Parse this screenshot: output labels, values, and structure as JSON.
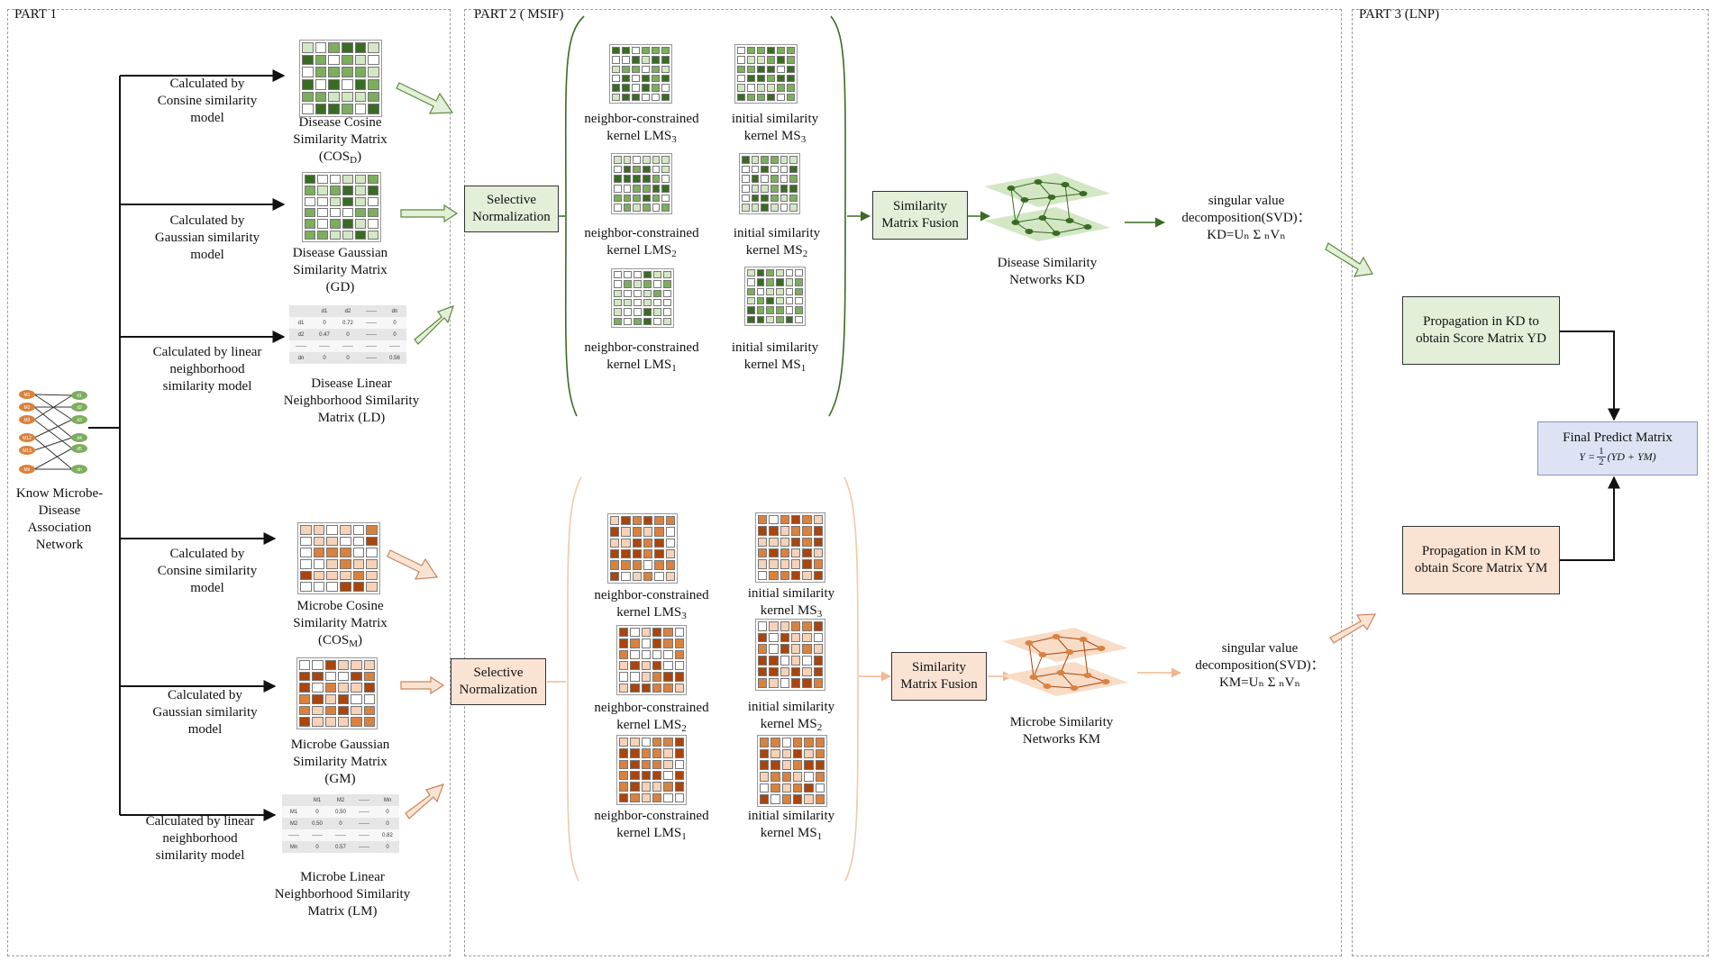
{
  "parts": {
    "part1": "PART 1",
    "part2": "PART 2 ( MSIF)",
    "part3": "PART 3 (LNP)"
  },
  "network": {
    "label_lines": [
      "Know Microbe-",
      "Disease",
      "Association",
      "Network"
    ],
    "microbe_nodes": [
      "M1",
      "M2",
      "M3",
      "M12",
      "M13",
      "Mn"
    ],
    "disease_nodes": [
      "d1",
      "d2",
      "d3",
      "d4",
      "d5",
      "dn"
    ]
  },
  "part1": {
    "disease_methods": [
      [
        "Calculated by",
        "Consine similarity",
        "model"
      ],
      [
        "Calculated by",
        "Gaussian  similarity",
        "model"
      ],
      [
        "Calculated by linear",
        "neighborhood",
        "similarity model"
      ]
    ],
    "microbe_methods": [
      [
        "Calculated by",
        "Consine similarity",
        "model"
      ],
      [
        "Calculated by",
        "Gaussian  similarity",
        "model"
      ],
      [
        "Calculated by linear",
        "neighborhood",
        "similarity model"
      ]
    ],
    "disease_matrices": [
      {
        "l1": "Disease Cosine",
        "l2": "Similarity Matrix",
        "l3": "(COS",
        "sub": "D",
        "l3b": ")"
      },
      {
        "l1": "Disease Gaussian",
        "l2": "Similarity Matrix",
        "l3": "(GD)"
      },
      {
        "l1": "Disease Linear",
        "l2": "Neighborhood Similarity",
        "l3": "Matrix (LD)"
      }
    ],
    "microbe_matrices": [
      {
        "l1": "Microbe Cosine",
        "l2": "Similarity Matrix",
        "l3": "(COS",
        "sub": "M",
        "l3b": ")"
      },
      {
        "l1": "Microbe Gaussian",
        "l2": "Similarity Matrix",
        "l3": "(GM)"
      },
      {
        "l1": "Microbe Linear",
        "l2": "Neighborhood Similarity",
        "l3": "Matrix (LM)"
      }
    ],
    "disease_table": [
      [
        "",
        "d1",
        "d2",
        "------",
        "dn"
      ],
      [
        "d1",
        "0",
        "0.72",
        "------",
        "0"
      ],
      [
        "d2",
        "0.47",
        "0",
        "------",
        "0"
      ],
      [
        "------",
        "------",
        "------",
        "------",
        "------"
      ],
      [
        "dn",
        "0",
        "0",
        "------",
        "0.56"
      ]
    ],
    "microbe_table": [
      [
        "",
        "M1",
        "M2",
        "------",
        "Mn"
      ],
      [
        "M1",
        "0",
        "0.50",
        "------",
        "0"
      ],
      [
        "M2",
        "0.50",
        "0",
        "------",
        "0"
      ],
      [
        "------",
        "------",
        "------",
        "------",
        "0.82"
      ],
      [
        "Mn",
        "0",
        "0.57",
        "------",
        "0"
      ]
    ]
  },
  "part2": {
    "selective_norm_lines": [
      "Selective",
      "Normalization"
    ],
    "fusion_lines": [
      "Similarity",
      "Matrix Fusion"
    ],
    "kernels_disease": [
      {
        "a": "neighbor-constrained",
        "b": "kernel LMS",
        "sub": "3"
      },
      {
        "a": "initial similarity",
        "b": "kernel MS",
        "sub": "3"
      },
      {
        "a": "neighbor-constrained",
        "b": "kernel LMS",
        "sub": "2"
      },
      {
        "a": "initial similarity",
        "b": "kernel MS",
        "sub": "2"
      },
      {
        "a": "neighbor-constrained",
        "b": "kernel LMS",
        "sub": "1"
      },
      {
        "a": "initial similarity",
        "b": "kernel MS",
        "sub": "1"
      }
    ],
    "kernels_microbe": [
      {
        "a": "neighbor-constrained",
        "b": "kernel LMS",
        "sub": "3"
      },
      {
        "a": "initial similarity",
        "b": "kernel MS",
        "sub": "3"
      },
      {
        "a": "neighbor-constrained",
        "b": "kernel LMS",
        "sub": "2"
      },
      {
        "a": "initial similarity",
        "b": "kernel MS",
        "sub": "2"
      },
      {
        "a": "neighbor-constrained",
        "b": "kernel LMS",
        "sub": "1"
      },
      {
        "a": "initial similarity",
        "b": "kernel MS",
        "sub": "1"
      }
    ],
    "disease_network_lines": [
      "Disease Similarity",
      "Networks KD"
    ],
    "microbe_network_lines": [
      "Microbe Similarity",
      "Networks KM"
    ],
    "svd_lines": [
      "singular value",
      "decomposition(SVD)："
    ],
    "svd_kd": "KD=Uₙ Σ ₙVₙ",
    "svd_km": "KM=Uₙ Σ ₙVₙ"
  },
  "part3": {
    "prop_kd_lines": [
      "Propagation in KD to",
      "obtain Score Matrix YD"
    ],
    "prop_km_lines": [
      "Propagation in KM to",
      "obtain Score Matrix YM"
    ],
    "final_title": "Final Predict Matrix",
    "final_formula_lhs": "Y = ",
    "final_formula_rhs": "(YD + YM)",
    "final_formula_num": "1",
    "final_formula_den": "2"
  },
  "colors": {
    "green_dark": "#3a6b24",
    "green_mid": "#7cae5d",
    "green_light": "#d4e7c5",
    "orange_dark": "#a9450d",
    "orange_mid": "#d9823f",
    "orange_light": "#f6d2b8",
    "arrow_black": "#111111"
  }
}
